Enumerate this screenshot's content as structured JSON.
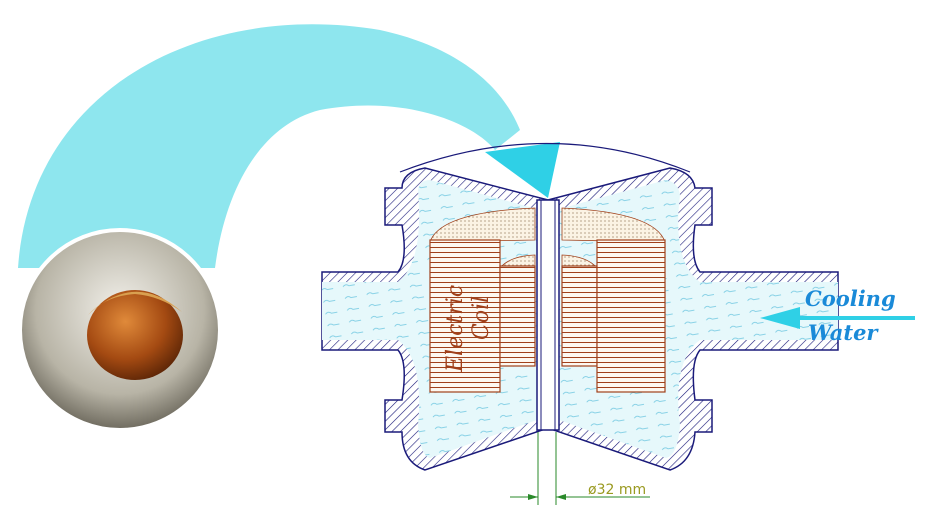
{
  "labels": {
    "coil_line1": "Electric",
    "coil_line2": "Coil",
    "cooling_line1": "Cooling",
    "cooling_line2": "Water",
    "dimension": "ø32 mm"
  },
  "colors": {
    "arrow": "#8ee6ee",
    "arrow_head": "#2fd0e6",
    "water": "#e6f8fb",
    "outline": "#1a1a7a",
    "coil": "#a0401a",
    "dimension": "#2a8a2a",
    "dimension_text": "#9a9a20",
    "cooling_text": "#1a8ad8"
  }
}
